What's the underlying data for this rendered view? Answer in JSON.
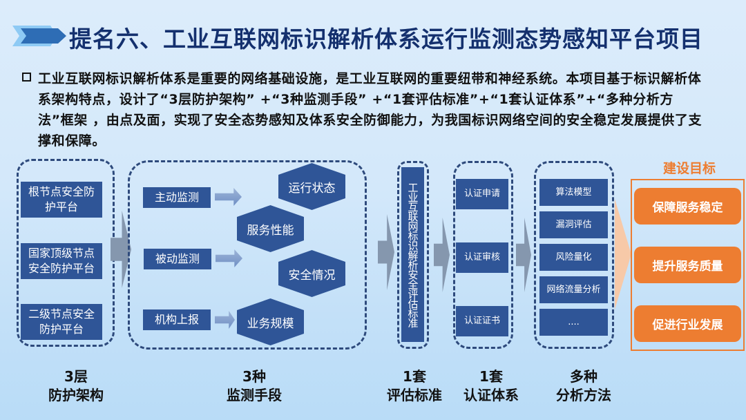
{
  "title": "提名六、工业互联网标识解析体系运行监测态势感知平台项目",
  "intro_lines": [
    "工业互联网标识解析体系是重要的网络基础设施，是工业互联网的重要纽带和神经系统。本项目基于标识解析体",
    "系架构特点，设计了“3层防护架构” +“3种监测手段” +“1套评估标准”+“1套认证体系”+“多种分析方",
    "法”框架 ，由点及面，实现了安全态势感知及体系安全防御能力，为我国标识网络空间的安全稳定发展提供了支",
    "撑和保障。"
  ],
  "protection": [
    "根节点安全防护平台",
    "国家顶级节点安全防护平台",
    "二级节点安全防护平台"
  ],
  "monitoring_methods": [
    "主动监测",
    "被动监测",
    "机构上报"
  ],
  "monitoring_targets": [
    "运行状态",
    "服务性能",
    "安全情况",
    "业务规模"
  ],
  "evaluation": "工业互联网标识解析安全评估标准",
  "certification": [
    "认证申请",
    "认证审核",
    "认证证书"
  ],
  "analysis": [
    "算法模型",
    "漏洞评估",
    "风险量化",
    "网络流量分析",
    "...."
  ],
  "goals": {
    "title": "建设目标",
    "items": [
      "保障服务稳定",
      "提升服务质量",
      "促进行业发展"
    ]
  },
  "bottom_labels": [
    [
      "3层",
      "防护架构"
    ],
    [
      "3种",
      "监测手段"
    ],
    [
      "1套",
      "评估标准"
    ],
    [
      "1套",
      "认证体系"
    ],
    [
      "多种",
      "分析方法"
    ]
  ],
  "colors": {
    "box": "#2f5597",
    "accent": "#ed7d31",
    "title": "#14306e"
  }
}
